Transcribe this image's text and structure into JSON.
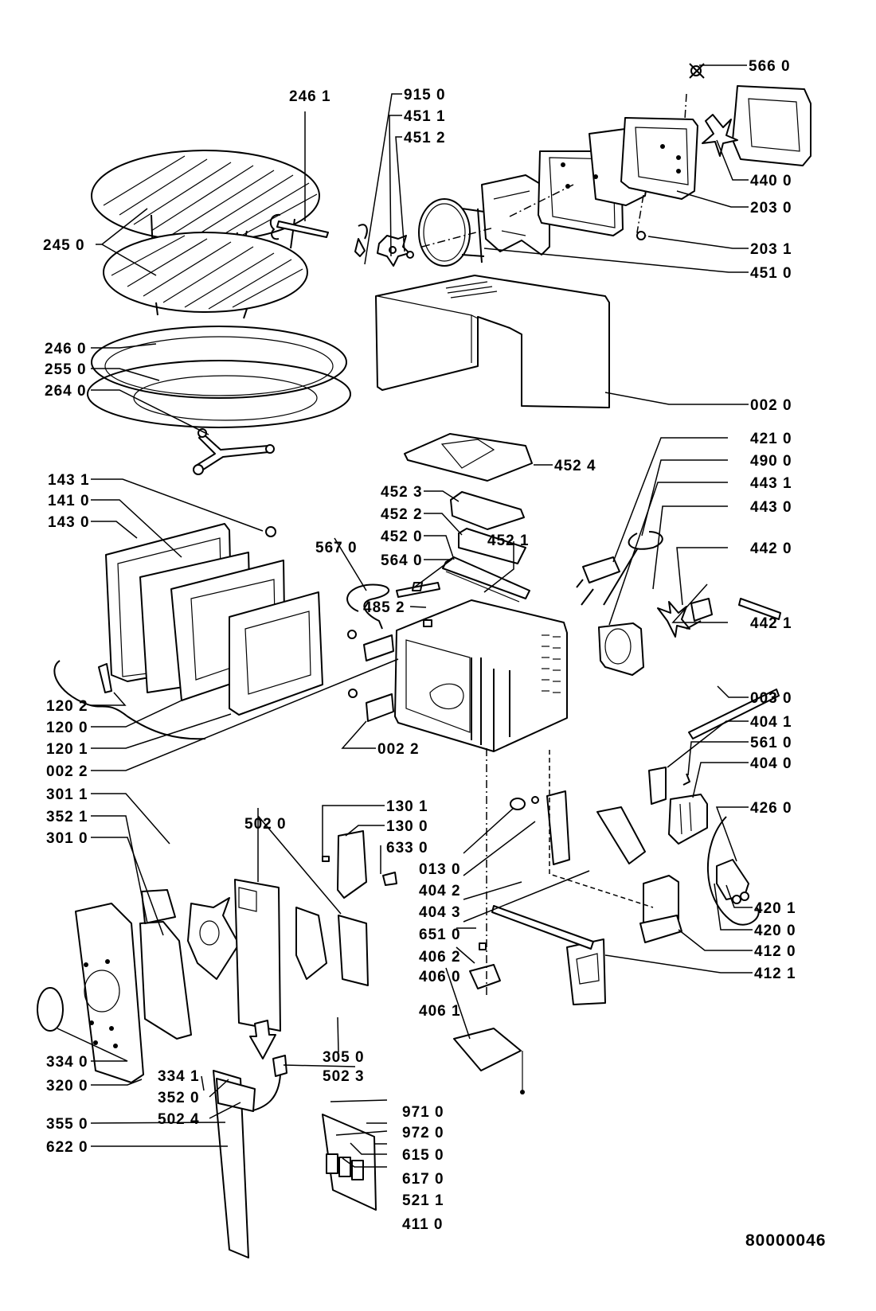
{
  "document_number": "80000046",
  "callouts": {
    "c5660": "566 0",
    "c2461": "246 1",
    "c9150": "915 0",
    "c4511": "451 1",
    "c4512": "451 2",
    "c4400": "440 0",
    "c2450": "245 0",
    "c2030": "203 0",
    "c2031": "203 1",
    "c4510": "451 0",
    "c2460": "246 0",
    "c2550": "255 0",
    "c2640": "264 0",
    "c0020": "002 0",
    "c4524": "452 4",
    "c4210": "421 0",
    "c1431": "143 1",
    "c4523": "452 3",
    "c4900": "490 0",
    "c1410": "141 0",
    "c4522": "452 2",
    "c4431": "443 1",
    "c1430": "143 0",
    "c4520": "452 0",
    "c4430": "443 0",
    "c5670": "567 0",
    "c5640": "564 0",
    "c4521": "452 1",
    "c4420": "442 0",
    "c4852": "485 2",
    "c4421": "442 1",
    "c1202": "120 2",
    "c0030": "003 0",
    "c1200": "120 0",
    "c1201": "120 1",
    "c0022a": "002 2",
    "c4041": "404 1",
    "c0022b": "002 2",
    "c5610": "561 0",
    "c3011": "301 1",
    "c5020": "502 0",
    "c1301": "130 1",
    "c4040": "404 0",
    "c3521": "352 1",
    "c1300": "130 0",
    "c3010": "301 0",
    "c6330": "633 0",
    "c4260": "426 0",
    "c0130": "013 0",
    "c4042": "404 2",
    "c4043": "404 3",
    "c6510": "651 0",
    "c4201": "420 1",
    "c4062": "406 2",
    "c4200": "420 0",
    "c4060": "406 0",
    "c4120": "412 0",
    "c4121": "412 1",
    "c4061": "406 1",
    "c3050": "305 0",
    "c5023": "502 3",
    "c3341": "334 1",
    "c3520": "352 0",
    "c5024": "502 4",
    "c3340": "334 0",
    "c3200": "320 0",
    "c9710": "971 0",
    "c9720": "972 0",
    "c3550": "355 0",
    "c6150": "615 0",
    "c6170": "617 0",
    "c5211": "521 1",
    "c6220": "622 0",
    "c4110": "411 0"
  }
}
